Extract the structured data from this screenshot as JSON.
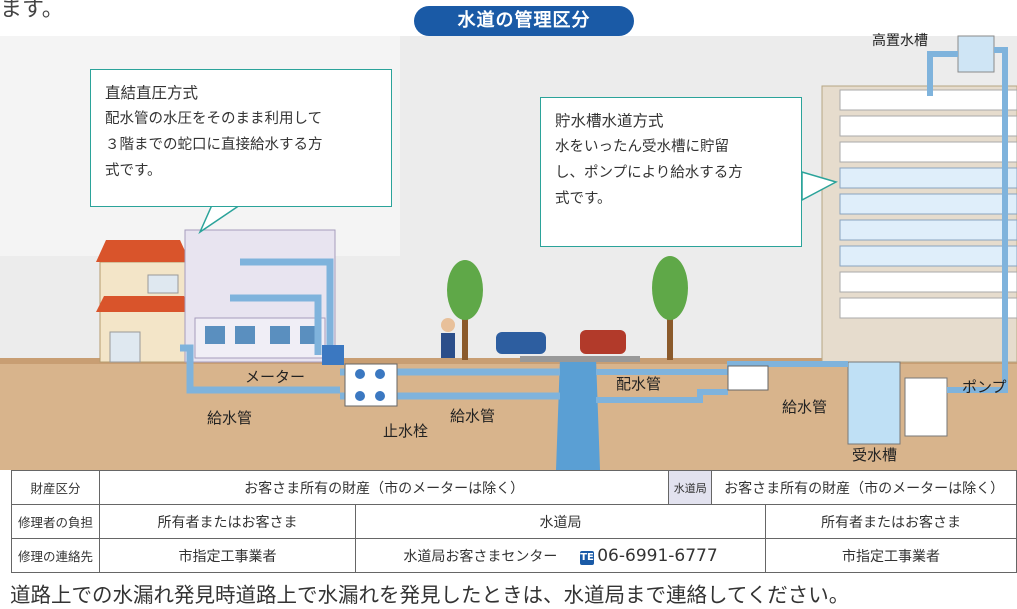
{
  "top_text": "ます。",
  "title": "水道の管理区分",
  "callout_direct": {
    "title": "直結直圧方式",
    "lines": [
      "配水管の水圧をそのまま利用して",
      "３階までの蛇口に直接給水する方",
      "式です。"
    ]
  },
  "callout_tank": {
    "title": "貯水槽水道方式",
    "lines": [
      "水をいったん受水槽に貯留",
      "し、ポンプにより給水する方",
      "式です。"
    ]
  },
  "labels": {
    "elevated_tank": "高置水槽",
    "meter": "メーター",
    "supply_pipe_left": "給水管",
    "stop_valve": "止水栓",
    "supply_pipe_mid": "給水管",
    "main_pipe": "配水管",
    "supply_pipe_right": "給水管",
    "pump": "ポンプ",
    "receiving_tank": "受水槽"
  },
  "table": {
    "row1": {
      "head": "財産区分",
      "left": "お客さま所有の財産（市のメーターは除く）",
      "center": "水道局",
      "right": "お客さま所有の財産（市のメーターは除く）"
    },
    "row2": {
      "head": "修理者の負担",
      "left": "所有者またはお客さま",
      "center": "水道局",
      "right": "所有者またはお客さま"
    },
    "row3": {
      "head": "修理の連絡先",
      "left": "市指定工事業者",
      "center_text": "水道局お客さまセンター",
      "phone_icon": "TEL",
      "phone": "06-6991-6777",
      "right": "市指定工事業者"
    }
  },
  "bottom_text": "道路上での水漏れ発見時道路上で水漏れを発見したときは、水道局まで連絡してください。",
  "colors": {
    "title_bg": "#1a5aa6",
    "callout_border": "#2ba39a",
    "pipe": "#7fb3dc",
    "ground": "#d8b48c",
    "sky": "#eaeaea"
  }
}
